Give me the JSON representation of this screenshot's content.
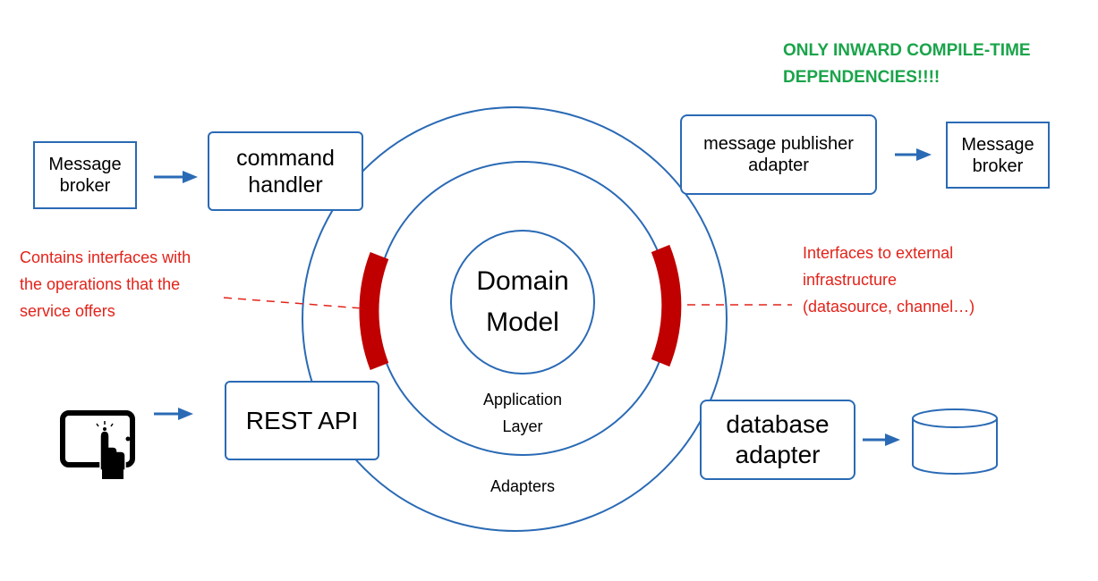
{
  "notes": {
    "dependency_rule": [
      "ONLY INWARD COMPILE-TIME",
      "DEPENDENCIES!!!!"
    ],
    "inbound_ports": [
      "Contains interfaces with",
      "the operations that the",
      "service offers"
    ],
    "outbound_ports": [
      "Interfaces to external",
      "infrastructure",
      "(datasource, channel…)"
    ]
  },
  "rings": {
    "core": [
      "Domain",
      "Model"
    ],
    "application": [
      "Application",
      "Layer"
    ],
    "adapters": "Adapters"
  },
  "inbound": {
    "message_broker": [
      "Message",
      "broker"
    ],
    "command_handler": [
      "command",
      "handler"
    ],
    "rest_api": "REST API",
    "client_device_icon": "tablet-touch-icon"
  },
  "outbound": {
    "message_publisher_adapter": [
      "message publisher",
      "adapter"
    ],
    "message_broker": [
      "Message",
      "broker"
    ],
    "database_adapter": [
      "database",
      "adapter"
    ],
    "database_icon": "database-cylinder-icon"
  },
  "colors": {
    "ring_stroke": "#2a6ab5",
    "arrow": "#2a6ab5",
    "port_band": "#c00000",
    "note_red": "#e2231a",
    "note_green": "#1aa44a"
  }
}
